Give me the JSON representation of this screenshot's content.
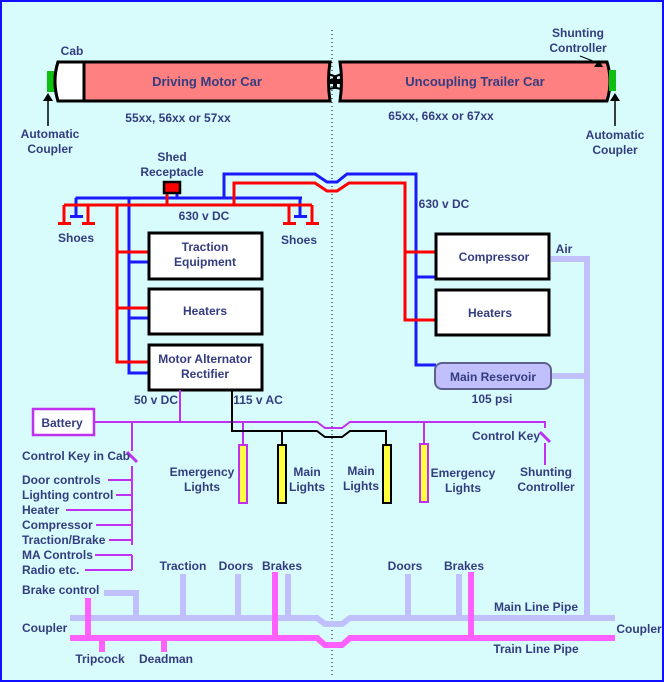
{
  "colors": {
    "background": "#d8fcfc",
    "frame": "#1010ff",
    "text": "#343c80",
    "car_fill": "#ff8080",
    "positive_630": "#ff0000",
    "negative_630": "#1a1aff",
    "dc_50": "#c030f0",
    "ac_115": "#000000",
    "main_line_pipe": "#c0c0fc",
    "train_line_pipe": "#ff60ff",
    "coupler": "#10c010",
    "lamp": "#ffff40"
  },
  "cars": {
    "driving": {
      "name": "Driving Motor Car",
      "numbers": "55xx, 56xx or 57xx",
      "cab_label": "Cab"
    },
    "trailer": {
      "name": "Uncoupling Trailer Car",
      "numbers": "65xx, 66xx or 67xx"
    }
  },
  "labels": {
    "auto_coupler_left_1": "Automatic",
    "auto_coupler_left_2": "Coupler",
    "auto_coupler_right_1": "Automatic",
    "auto_coupler_right_2": "Coupler",
    "shunting_ctrl_top_1": "Shunting",
    "shunting_ctrl_top_2": "Controller",
    "shed_1": "Shed",
    "shed_2": "Receptacle",
    "v630_left": "630 v DC",
    "v630_right": "630 v DC",
    "shoes_left": "Shoes",
    "shoes_right": "Shoes",
    "v50": "50 v DC",
    "v115": "115 v AC",
    "air": "Air",
    "psi": "105 psi",
    "control_key_cab": "Control Key in Cab",
    "control_key": "Control Key",
    "shunting_ctrl_1": "Shunting",
    "shunting_ctrl_2": "Controller",
    "em_lights_l1": "Emergency",
    "em_lights_l2": "Lights",
    "main_lights_l1": "Main",
    "main_lights_l2": "Lights",
    "main_lights_r1": "Main",
    "main_lights_r2": "Lights",
    "em_lights_r1": "Emergency",
    "em_lights_r2": "Lights",
    "brake_control": "Brake control",
    "coupler_left": "Coupler",
    "coupler_right": "Coupler",
    "traction": "Traction",
    "doors_left": "Doors",
    "brakes_left": "Brakes",
    "doors_right": "Doors",
    "brakes_right": "Brakes",
    "main_line_pipe": "Main Line Pipe",
    "train_line_pipe": "Train Line Pipe",
    "tripcock": "Tripcock",
    "deadman": "Deadman"
  },
  "boxes": {
    "traction_1": "Traction",
    "traction_2": "Equipment",
    "heaters_motor": "Heaters",
    "mar_1": "Motor Alternator",
    "mar_2": "Rectifier",
    "compressor": "Compressor",
    "heaters_trailer": "Heaters",
    "main_reservoir": "Main Reservoir",
    "battery": "Battery"
  },
  "control_circuits": [
    "Door controls",
    "Lighting control",
    "Heater",
    "Compressor",
    "Traction/Brake",
    "MA Controls",
    "Radio etc."
  ]
}
